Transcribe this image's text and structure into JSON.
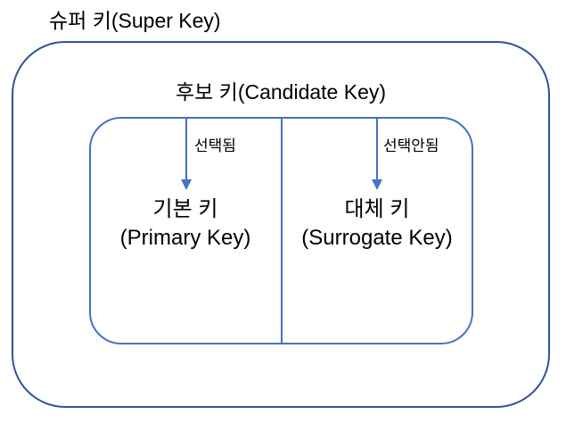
{
  "diagram": {
    "super_key_label": "슈퍼 키(Super Key)",
    "candidate_key_label": "후보 키(Candidate Key)",
    "selected_arrow_label": "선택됨",
    "not_selected_arrow_label": "선택안됨",
    "primary_key": {
      "korean": "기본 키",
      "english": "(Primary Key)"
    },
    "surrogate_key": {
      "korean": "대체 키",
      "english": "(Surrogate Key)"
    },
    "colors": {
      "outer_border": "#2E5395",
      "inner_border": "#4472C4",
      "arrow": "#4472C4",
      "text": "#000000",
      "background": "#FFFFFF"
    }
  }
}
